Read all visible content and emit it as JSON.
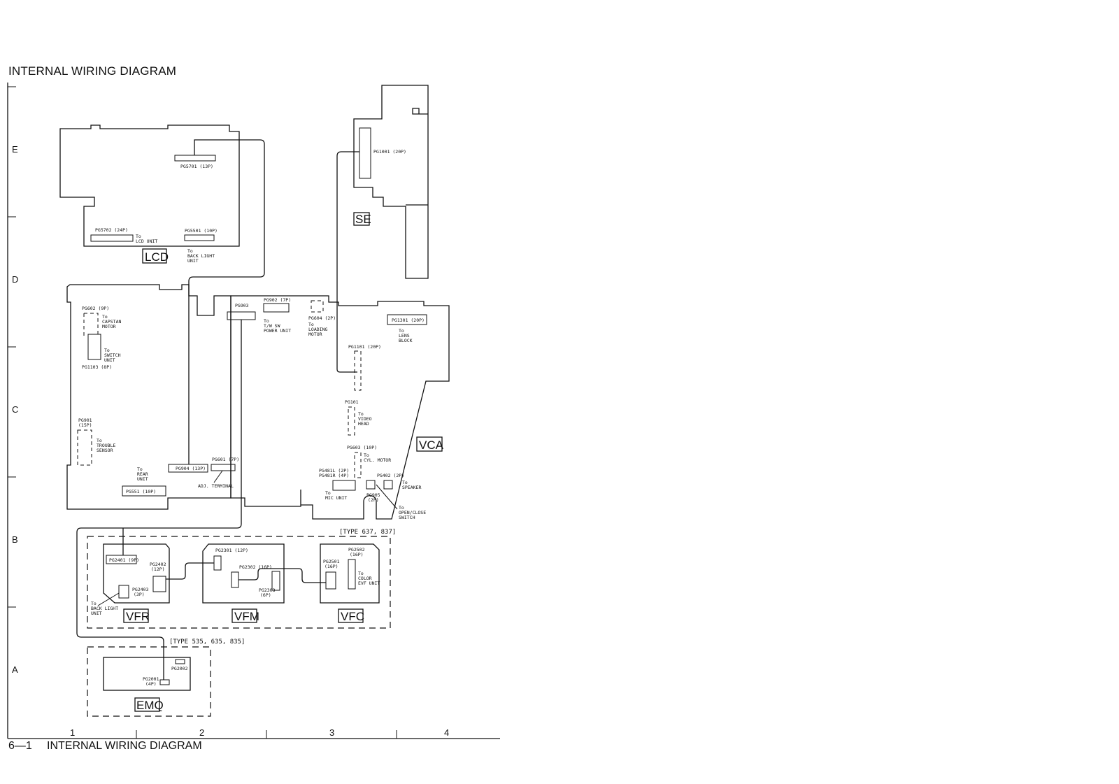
{
  "title": "INTERNAL WIRING DIAGRAM",
  "footer": {
    "number": "6—1",
    "text": "INTERNAL WIRING DIAGRAM"
  },
  "grid": {
    "rows": [
      "E",
      "D",
      "C",
      "B",
      "A"
    ],
    "columns": [
      "1",
      "2",
      "3",
      "4"
    ]
  },
  "boards": {
    "lcd": "LCD",
    "se": "SE",
    "vca": "VCA",
    "vfr": "VFR",
    "vfm": "VFM",
    "vfc": "VFC",
    "emq": "EMQ"
  },
  "types": {
    "evf": "[TYPE 637, 837]",
    "emq": "[TYPE 535, 635, 835]"
  },
  "connectors": {
    "pg5701": "PG5701 (13P)",
    "pg5702": "PG5702 (24P)",
    "pg5501": "PG5501 (10P)",
    "pg1001": "PG1001 (20P)",
    "pg602": "PG602 (9P)",
    "pg1103": "PG1103 (8P)",
    "pg901a": "PG901",
    "pg901b": "(15P)",
    "pg903": "PG903",
    "pg902": "PG902 (7P)",
    "pg604": "PG604 (2P)",
    "pg1301": "PG1301 (20P)",
    "pg1101": "PG1101 (20P)",
    "pg101": "PG101",
    "pg603": "PG603 (10P)",
    "pg481l": "PG481L (2P)",
    "pg481r": "PG481R (4P)",
    "pg402": "PG402 (2P)",
    "pg905a": "PG905",
    "pg905b": "(2P)",
    "pg904": "PG904 (13P)",
    "pg601": "PG601 (7P)",
    "pg551": "PG551 (10P)",
    "pg2401": "PG2401 (9P)",
    "pg2402a": "PG2402",
    "pg2402b": "(12P)",
    "pg2403a": "PG2403",
    "pg2403b": "(3P)",
    "pg2301": "PG2301 (12P)",
    "pg2302": "PG2302 (16P)",
    "pg2303a": "PG2303",
    "pg2303b": "(6P)",
    "pg2501a": "PG2501",
    "pg2501b": "(16P)",
    "pg2502a": "PG2502",
    "pg2502b": "(16P)",
    "pg2001a": "PG2001",
    "pg2001b": "(4P)",
    "pg2002": "PG2002"
  },
  "destinations": {
    "lcd_unit": [
      "To",
      "LCD UNIT"
    ],
    "back_light_lcd": [
      "To",
      "BACK LIGHT",
      "UNIT"
    ],
    "capstan": [
      "To",
      "CAPSTAN",
      "MOTOR"
    ],
    "switch_unit": [
      "To",
      "SWITCH",
      "UNIT"
    ],
    "trouble": [
      "To",
      "TROUBLE",
      "SENSOR"
    ],
    "rear": [
      "To",
      "REAR",
      "UNIT"
    ],
    "tw_sw": [
      "To",
      "T/W SW",
      "POWER UNIT"
    ],
    "loading": [
      "To",
      "LOADING",
      "MOTOR"
    ],
    "lens": [
      "To",
      "LENS",
      "BLOCK"
    ],
    "video_head": [
      "To",
      "VIDEO",
      "HEAD"
    ],
    "cyl_motor": [
      "To",
      "CYL. MOTOR"
    ],
    "speaker": [
      "To",
      "SPEAKER"
    ],
    "mic": [
      "To",
      "MIC UNIT"
    ],
    "open_close": [
      "To",
      "OPEN/CLOSE",
      "SWITCH"
    ],
    "adj_terminal": "ADJ. TERMINAL",
    "back_light_evf": [
      "To",
      "BACK LIGHT",
      "UNIT"
    ],
    "color_evf": [
      "To",
      "COLOR",
      "EVF UNIT"
    ]
  }
}
